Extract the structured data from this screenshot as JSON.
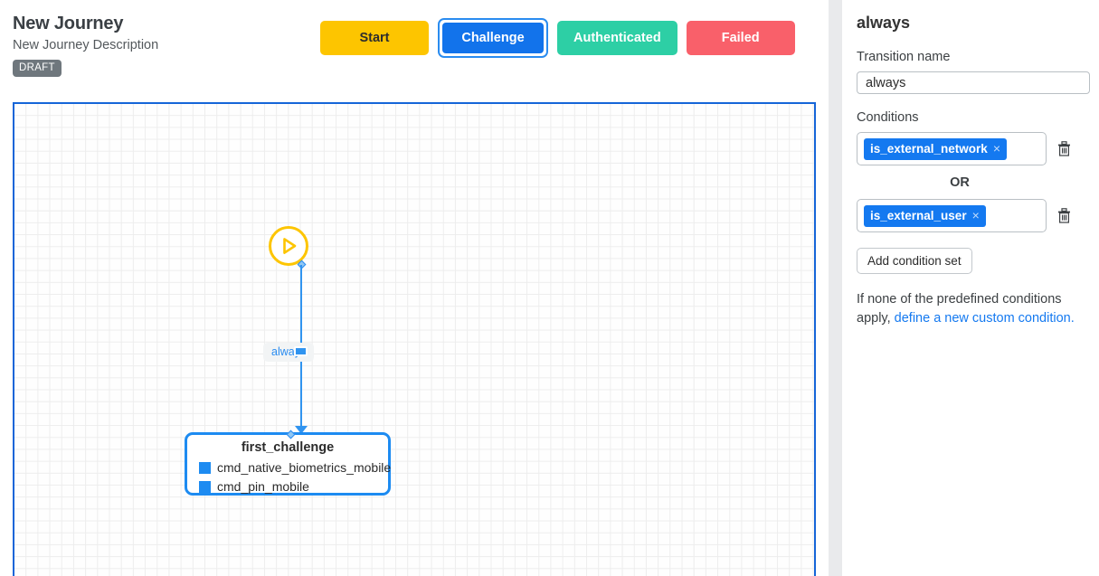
{
  "header": {
    "title": "New Journey",
    "subtitle": "New Journey Description",
    "status_badge": "DRAFT",
    "state_buttons": [
      {
        "label": "Start",
        "variant": "start",
        "selected": false,
        "color": "#fdc500"
      },
      {
        "label": "Challenge",
        "variant": "challenge",
        "selected": true,
        "color": "#1273eb"
      },
      {
        "label": "Authenticated",
        "variant": "authenticated",
        "selected": false,
        "color": "#2dcfa5"
      },
      {
        "label": "Failed",
        "variant": "failed",
        "selected": false,
        "color": "#f9606a"
      }
    ]
  },
  "canvas": {
    "start_node": {
      "icon": "play-icon",
      "color": "#fdc500"
    },
    "edge": {
      "label": "always",
      "color": "#3094f0"
    },
    "challenge_node": {
      "title": "first_challenge",
      "border_color": "#1d8bf1",
      "items": [
        {
          "label": "cmd_native_biometrics_mobile",
          "color": "#1d8bf1"
        },
        {
          "label": "cmd_pin_mobile",
          "color": "#1d8bf1"
        }
      ]
    }
  },
  "panel": {
    "title": "always",
    "transition_name_label": "Transition name",
    "transition_name_value": "always",
    "transition_name_placeholder": "Transition name",
    "conditions_label": "Conditions",
    "condition_sets": [
      {
        "chip": "is_external_network",
        "remove": "×",
        "chip_color": "#1479f0"
      },
      {
        "chip": "is_external_user",
        "remove": "×",
        "chip_color": "#1479f0"
      }
    ],
    "or_divider": "OR",
    "add_condition_set_label": "Add condition set",
    "custom_condition_note_prefix": "If none of the predefined conditions apply, ",
    "custom_condition_link": "define a new custom condition.",
    "link_color": "#1479f0"
  }
}
